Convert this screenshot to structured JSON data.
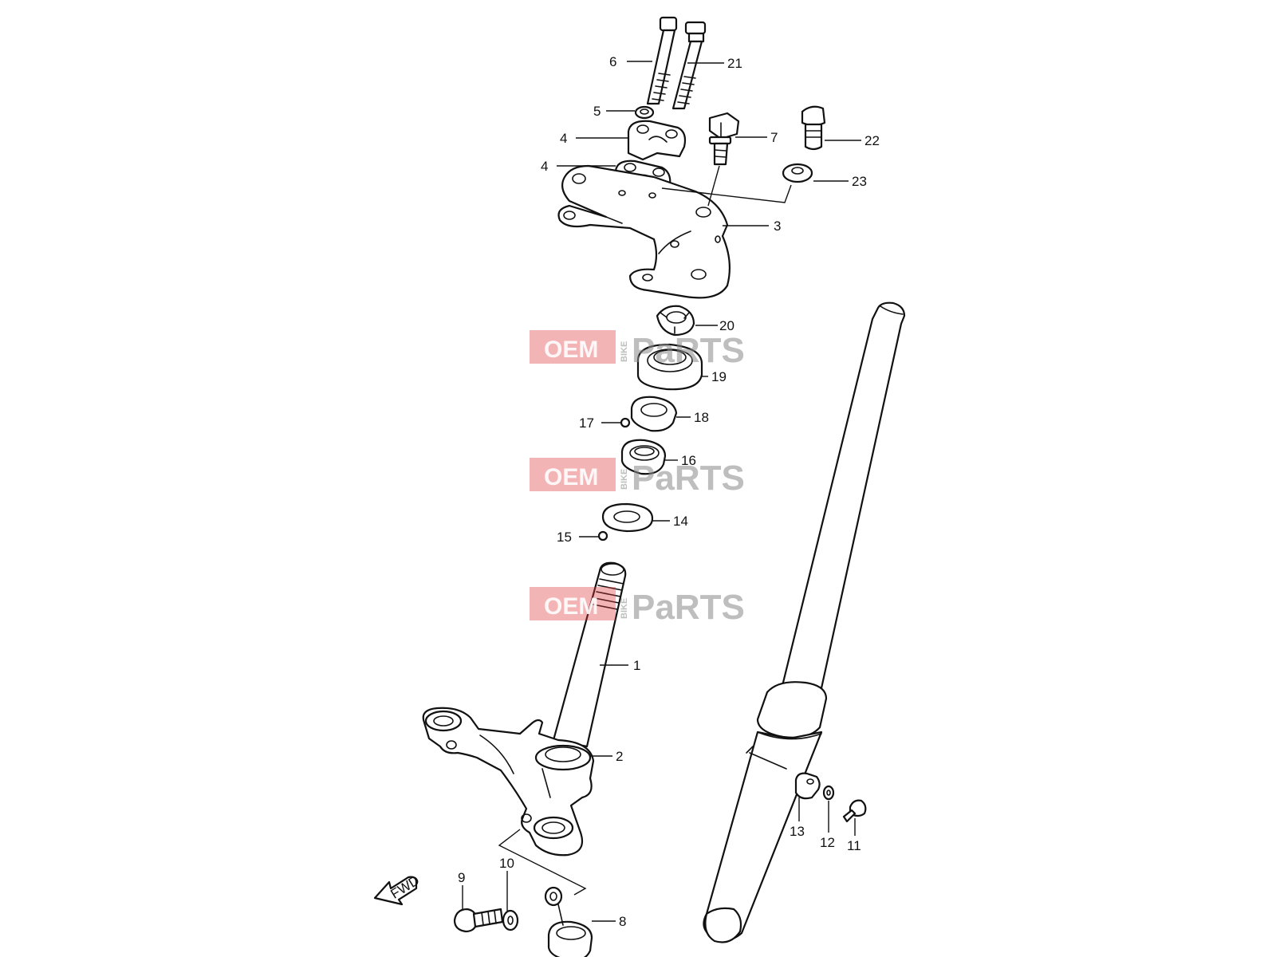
{
  "callouts": {
    "c1": "1",
    "c2": "2",
    "c3": "3",
    "c4a": "4",
    "c4b": "4",
    "c5": "5",
    "c6": "6",
    "c7": "7",
    "c8": "8",
    "c9": "9",
    "c10": "10",
    "c11": "11",
    "c12": "12",
    "c13": "13",
    "c14": "14",
    "c15": "15",
    "c16": "16",
    "c17": "17",
    "c18": "18",
    "c19": "19",
    "c20": "20",
    "c21": "21",
    "c22": "22",
    "c23": "23"
  },
  "fwd_label": "FWD",
  "watermark": {
    "oem": "OEM",
    "bike": "BIKE",
    "parts": "PaRTS"
  },
  "colors": {
    "line": "#111111",
    "watermark": "#e03a3e"
  }
}
